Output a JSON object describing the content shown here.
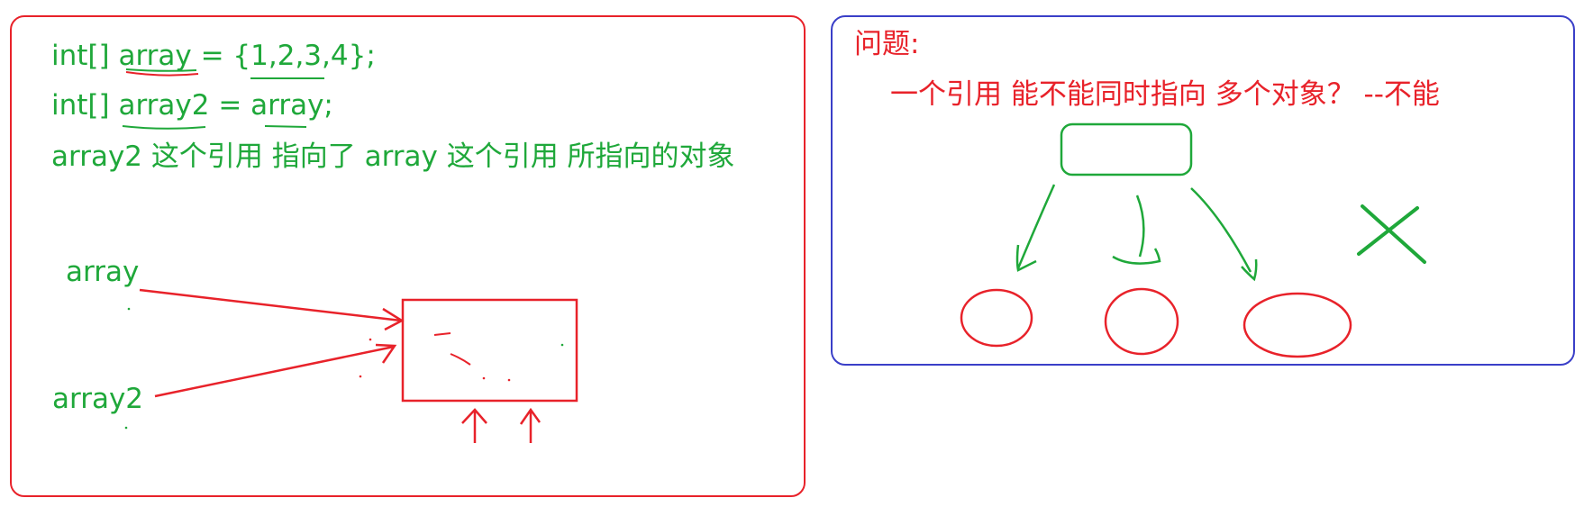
{
  "left": {
    "line1": "int[]  array = {1,2,3,4};",
    "line2": "int[] array2 = array;",
    "line3": "array2 这个引用  指向了  array 这个引用 所指向的对象",
    "label_array": "array",
    "label_array2": "array2"
  },
  "right": {
    "question_label": "问题:",
    "question": "一个引用 能不能同时指向 多个对象？ --不能"
  },
  "colors": {
    "green_ink": "#1fa83a",
    "red_ink": "#e8222a",
    "blue_border": "#3a3fc8"
  }
}
